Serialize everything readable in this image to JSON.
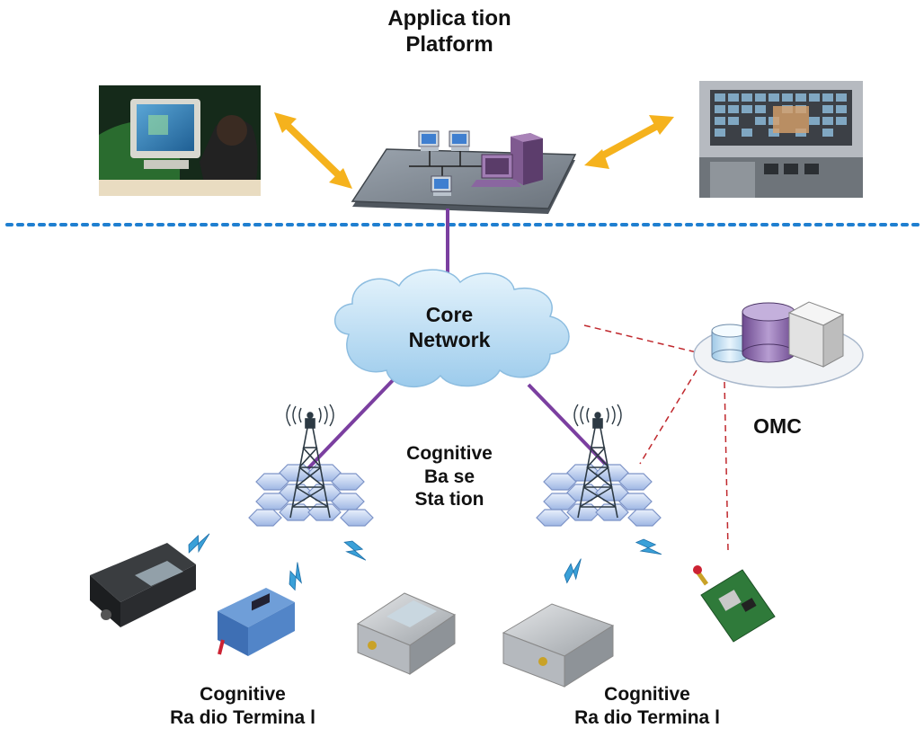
{
  "labels": {
    "application_platform": [
      "Applica tion",
      "Platform"
    ],
    "core_network": [
      "Core",
      "Network"
    ],
    "omc": "OMC",
    "cognitive_base_station": [
      "Cognitive",
      "Ba se",
      "Sta tion"
    ],
    "cognitive_radio_terminal_left": [
      "Cognitive",
      "Ra dio Termina l"
    ],
    "cognitive_radio_terminal_right": [
      "Cognitive",
      "Ra dio Termina l"
    ]
  },
  "colors": {
    "divider": "#1f7fd0",
    "network_link": "#7b3fa0",
    "omc_link": "#c0282d",
    "double_arrow": "#f5b21d",
    "wireless_bolt": "#3aa0d8",
    "cloud": "#b9ddf3",
    "hex_cell": "#cfdcf5"
  },
  "icons": {
    "user_workstation": "user-at-computer-photo",
    "control_room": "video-wall-control-room-photo",
    "platform": "lan-platform-icon",
    "omc": "database-server-icon",
    "base_station": "radio-tower-icon",
    "terminals": [
      "rugged-modem",
      "blue-radio-module",
      "grey-radio-box",
      "grey-radio-box",
      "green-circuit-board"
    ]
  }
}
